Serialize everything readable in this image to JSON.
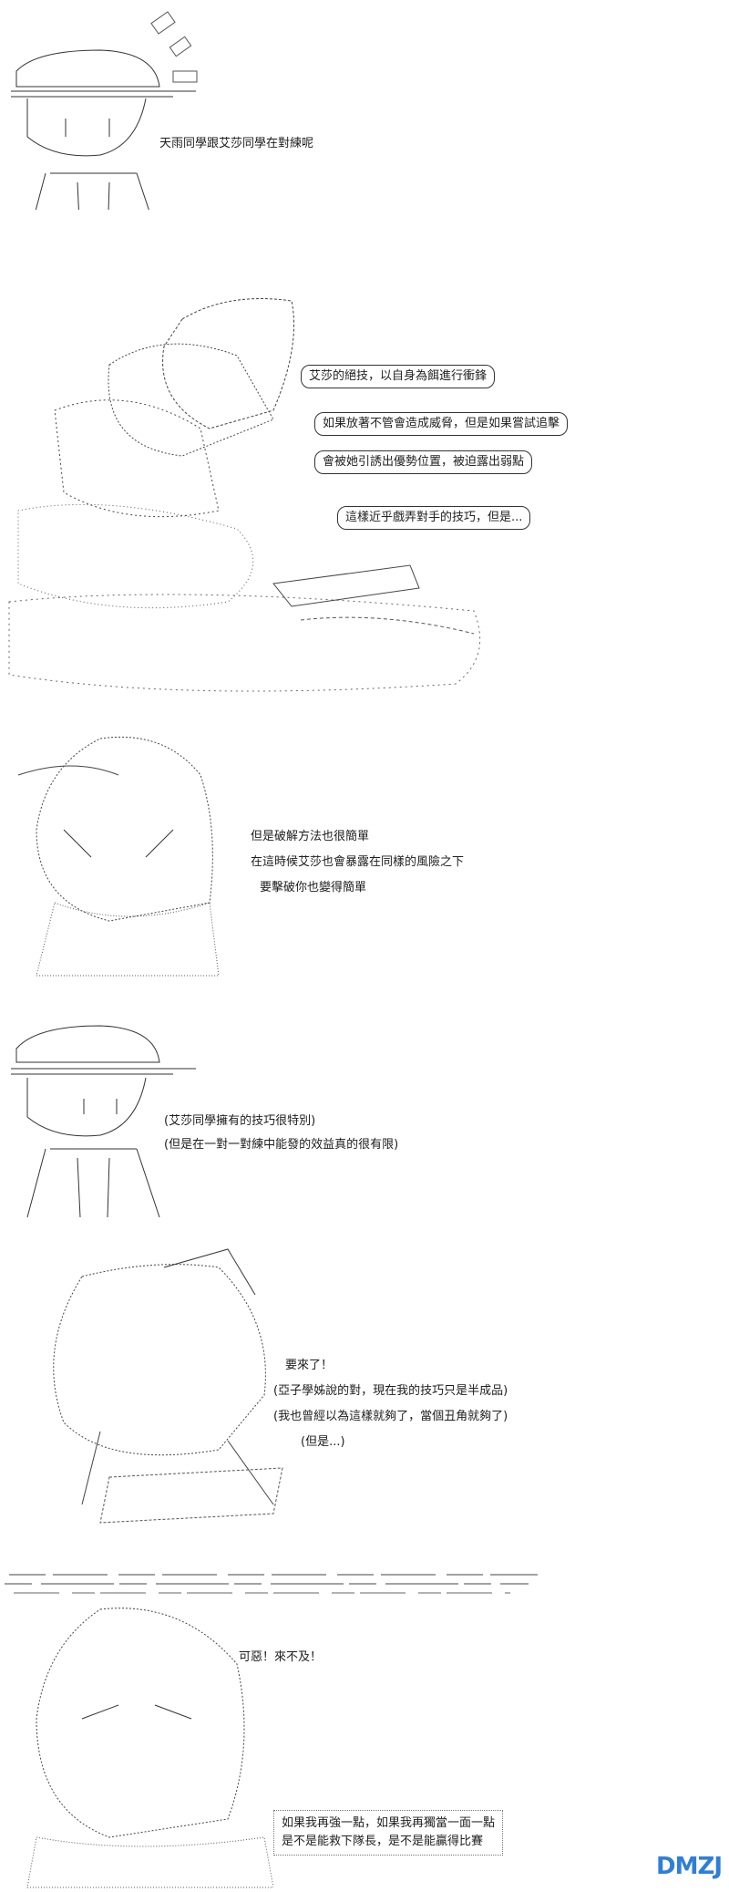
{
  "panels": [
    {
      "lines": [
        "天雨同學跟艾莎同學在對練呢"
      ]
    },
    {
      "bubbles": [
        "艾莎的絕技，以自身為餌進行衝鋒",
        "如果放著不管會造成威脅，但是如果嘗試追擊",
        "會被她引誘出優勢位置，被迫露出弱點",
        "這樣近乎戲弄對手的技巧，但是..."
      ]
    },
    {
      "lines": [
        "但是破解方法也很簡單",
        "在這時候艾莎也會暴露在同樣的風險之下",
        "要擊破你也變得簡單"
      ]
    },
    {
      "lines": [
        "(艾莎同學擁有的技巧很特別)",
        "(但是在一對一對練中能發的效益真的很有限)"
      ]
    },
    {
      "lines": [
        "要來了！",
        "(亞子學姊說的對，現在我的技巧只是半成品)",
        "(我也曾經以為這樣就夠了，當個丑角就夠了)",
        "(但是...)"
      ]
    },
    {
      "lines": [
        "可惡！來不及！"
      ],
      "box_lines": [
        "如果我再強一點，如果我再獨當一面一點",
        "是不是能救下隊長，是不是能贏得比賽"
      ]
    }
  ]
}
